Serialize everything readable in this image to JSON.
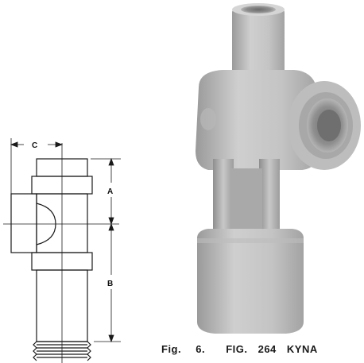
{
  "drawing": {
    "dimension_a": "A",
    "dimension_b": "B",
    "dimension_c": "C"
  },
  "caption": {
    "fig_label": "Fig.",
    "fig_number": "6.",
    "part_text": "FIG. 264 KYNA"
  },
  "colors": {
    "line": "#1a1a1a",
    "photo_body": "#c2c2c2",
    "photo_shadow": "#8f8f8f",
    "photo_highlight": "#e2e2e2"
  }
}
